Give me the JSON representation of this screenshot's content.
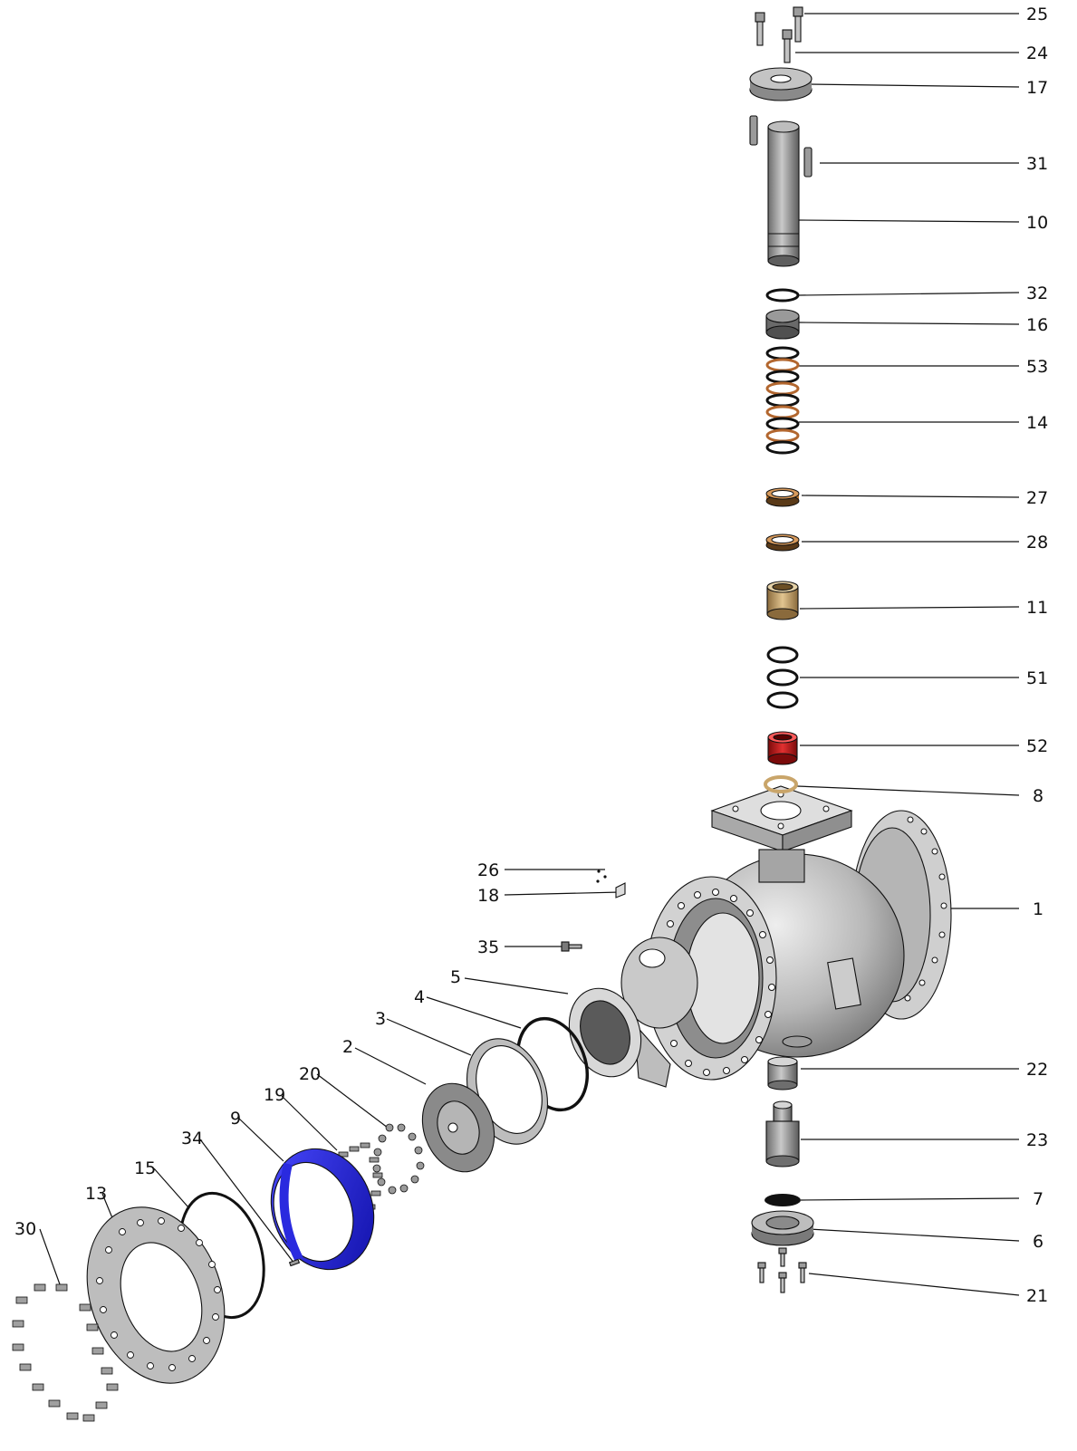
{
  "colors": {
    "steel": "#b9b9b9",
    "steel_light": "#dcdcdc",
    "steel_dark": "#6e6e6e",
    "bronze": "#c8864a",
    "brass": "#c9a56a",
    "seat_blue": "#2a2adf",
    "seal_red": "#c81e1e",
    "line": "#111111"
  },
  "callouts": {
    "n1": "1",
    "n2": "2",
    "n3": "3",
    "n4": "4",
    "n5": "5",
    "n6": "6",
    "n7": "7",
    "n8": "8",
    "n9": "9",
    "n10": "10",
    "n11": "11",
    "n13": "13",
    "n14": "14",
    "n15": "15",
    "n16": "16",
    "n17": "17",
    "n18": "18",
    "n19": "19",
    "n20": "20",
    "n21": "21",
    "n22": "22",
    "n23": "23",
    "n24": "24",
    "n25": "25",
    "n26": "26",
    "n27": "27",
    "n28": "28",
    "n30": "30",
    "n31": "31",
    "n32": "32",
    "n34": "34",
    "n35": "35",
    "n51": "51",
    "n52": "52",
    "n53": "53"
  }
}
